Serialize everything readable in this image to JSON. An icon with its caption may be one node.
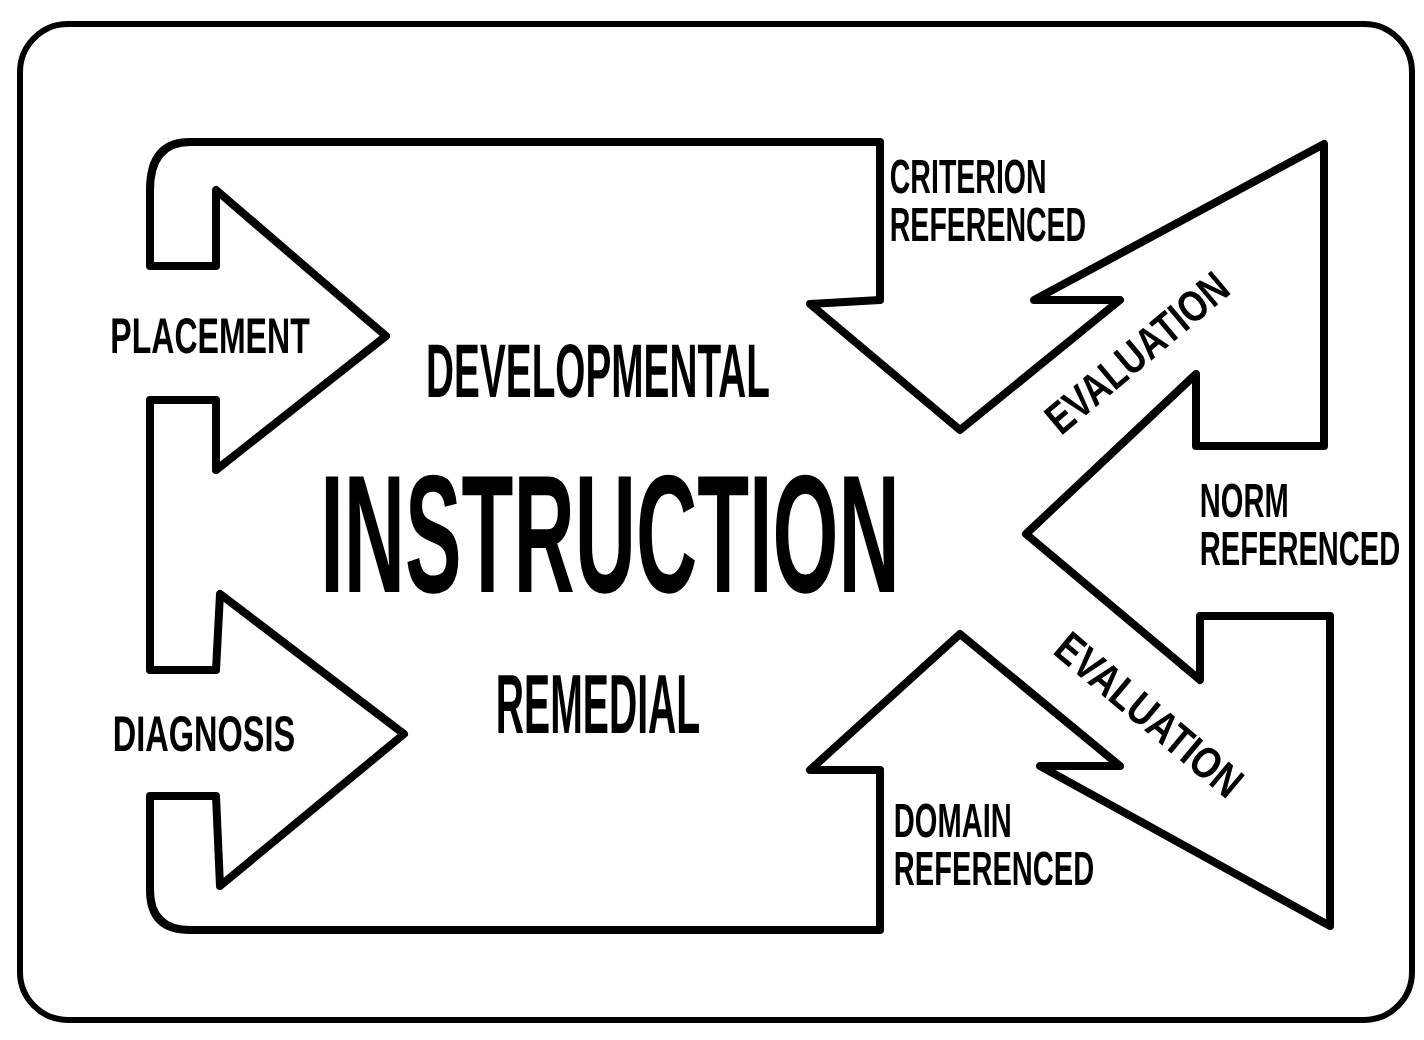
{
  "diagram": {
    "nodes": [
      {
        "text": [
          "DEVELOPMENTAL",
          "INSTRUCTION",
          "REMEDIAL",
          "EVALUATION",
          "EVALUATION"
        ]
      }
    ],
    "labels": [
      "CRITERION REFERENCED",
      "PLACEMENT",
      "NORM REFERENCED",
      "DIAGNOSIS",
      "DOMAIN REFERENCED"
    ]
  }
}
